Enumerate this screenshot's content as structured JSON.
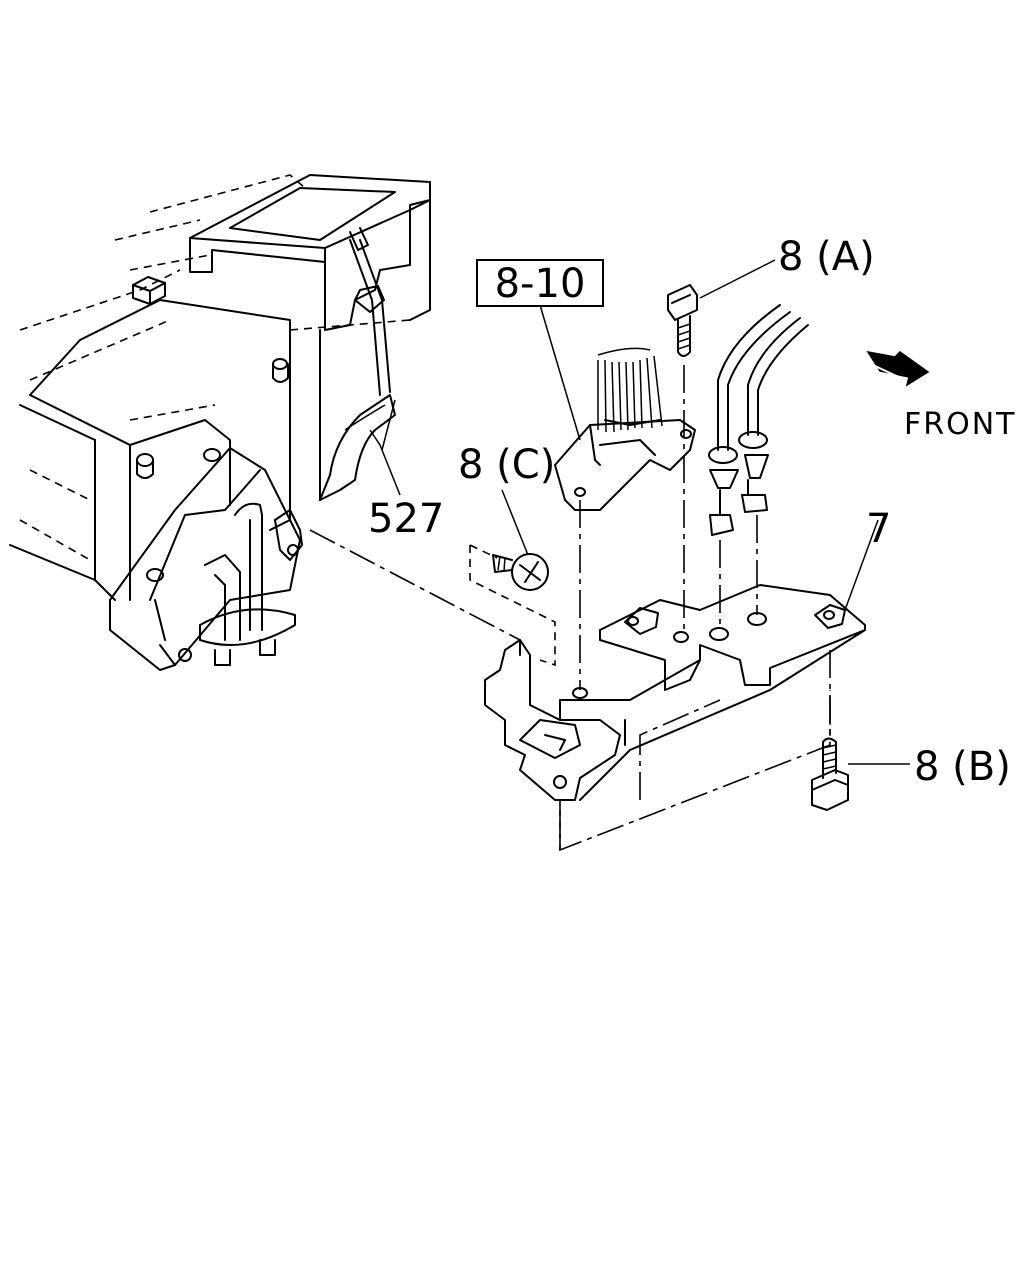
{
  "labels": {
    "part_8_10": "8-10",
    "part_8a": "8 (A)",
    "part_8b": "8 (B)",
    "part_8c": "8 (C)",
    "part_527": "527",
    "part_7": "7",
    "front": "FRONT"
  }
}
